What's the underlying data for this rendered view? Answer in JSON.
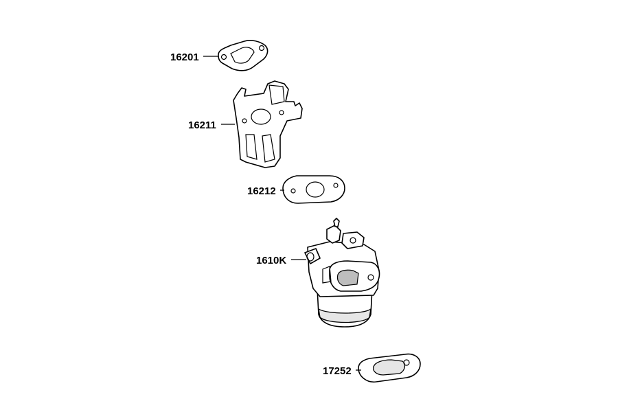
{
  "parts": [
    {
      "id": "p1",
      "label": "16201",
      "name": "gasket-16201"
    },
    {
      "id": "p2",
      "label": "16211",
      "name": "bracket-16211"
    },
    {
      "id": "p3",
      "label": "16212",
      "name": "gasket-16212"
    },
    {
      "id": "p4",
      "label": "1610K",
      "name": "carburetor-1610K"
    },
    {
      "id": "p5",
      "label": "17252",
      "name": "gasket-17252"
    }
  ]
}
